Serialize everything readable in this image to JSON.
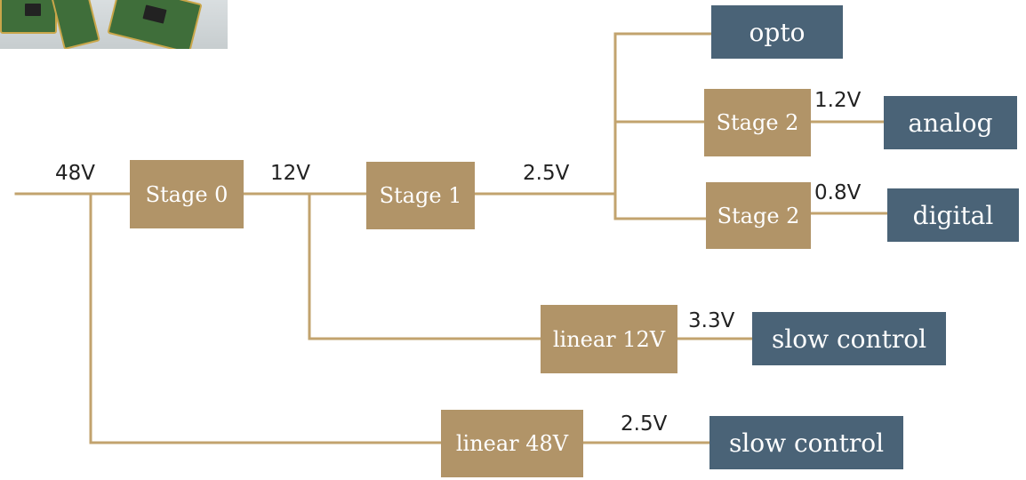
{
  "diagram": {
    "stages": {
      "stage0": "Stage 0",
      "stage1": "Stage 1",
      "stage2_analog": "Stage 2",
      "stage2_digital": "Stage 2",
      "linear12": "linear 12V",
      "linear48": "linear 48V"
    },
    "loads": {
      "opto": "opto",
      "analog": "analog",
      "digital": "digital",
      "slow_control_1": "slow control",
      "slow_control_2": "slow control"
    },
    "voltages": {
      "input": "48V",
      "after_stage0": "12V",
      "after_stage1": "2.5V",
      "analog": "1.2V",
      "digital": "0.8V",
      "linear12_out": "3.3V",
      "linear48_out": "2.5V"
    },
    "colors": {
      "stage_fill": "#b19468",
      "load_fill": "#4a6377",
      "wire": "#c2a36e",
      "label_text": "#222222"
    }
  }
}
